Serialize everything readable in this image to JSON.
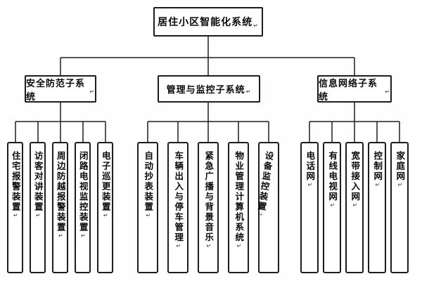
{
  "paragraph_mark": "↵",
  "root": {
    "label": "居住小区智能化系统"
  },
  "subsystems": [
    {
      "label": "安全防范子系统",
      "children": [
        "住宅报警装置",
        "访客对讲装置",
        "周边防越报警装置",
        "闭路电视监控装置",
        "电子巡更装置"
      ]
    },
    {
      "label": "管理与监控子系统",
      "children": [
        "自动抄表装置",
        "车辆出入与停车管理",
        "紧急广播与背景音乐",
        "物业管理计算机系统",
        "设备监控装置"
      ]
    },
    {
      "label": "信息网络子系统",
      "children": [
        "电话网",
        "有线电视网",
        "宽带接入网",
        "控制网",
        "家庭网"
      ]
    }
  ],
  "colors": {
    "line": "#1d1d1d",
    "text": "#0a0a0a",
    "background": "#fefefe"
  }
}
